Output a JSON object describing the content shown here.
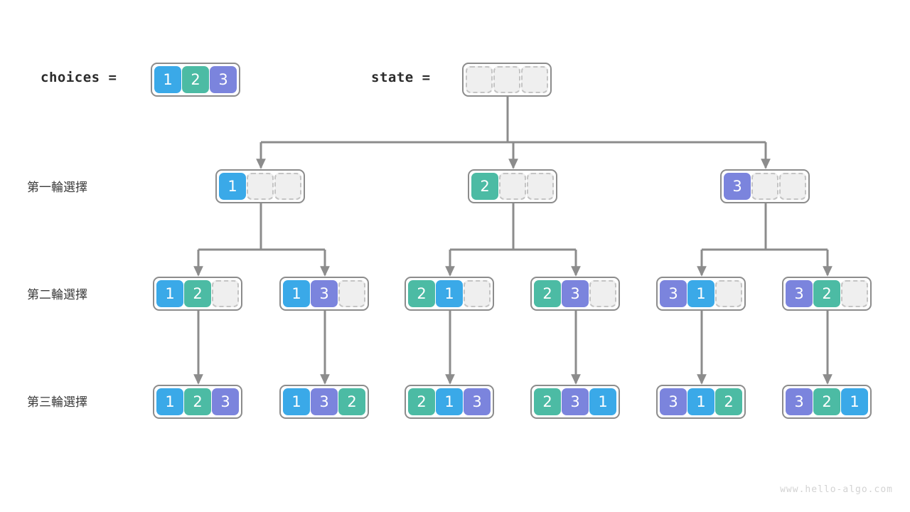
{
  "header": {
    "choices_label": "choices =",
    "state_label": "state ="
  },
  "row_labels": [
    "第一輪選擇",
    "第二輪選擇",
    "第三輪選擇"
  ],
  "colors": {
    "value_1": "#3aa9e8",
    "value_2": "#4cbba4",
    "value_3": "#7b84dd",
    "empty_fill": "#efefef",
    "empty_border": "#c4c4c4",
    "array_border": "#8c8c8c",
    "connector": "#8c8c8c",
    "text": "#2b2b2b",
    "watermark": "#d3d3d3",
    "background": "#ffffff"
  },
  "choices_array": {
    "cells": [
      "1",
      "2",
      "3"
    ]
  },
  "state_array": {
    "cells": [
      "",
      "",
      ""
    ]
  },
  "levels": [
    {
      "name": "round-1",
      "nodes": [
        {
          "cells": [
            "1",
            "",
            ""
          ]
        },
        {
          "cells": [
            "2",
            "",
            ""
          ]
        },
        {
          "cells": [
            "3",
            "",
            ""
          ]
        }
      ]
    },
    {
      "name": "round-2",
      "nodes": [
        {
          "cells": [
            "1",
            "2",
            ""
          ]
        },
        {
          "cells": [
            "1",
            "3",
            ""
          ]
        },
        {
          "cells": [
            "2",
            "1",
            ""
          ]
        },
        {
          "cells": [
            "2",
            "3",
            ""
          ]
        },
        {
          "cells": [
            "3",
            "1",
            ""
          ]
        },
        {
          "cells": [
            "3",
            "2",
            ""
          ]
        }
      ]
    },
    {
      "name": "round-3",
      "nodes": [
        {
          "cells": [
            "1",
            "2",
            "3"
          ]
        },
        {
          "cells": [
            "1",
            "3",
            "2"
          ]
        },
        {
          "cells": [
            "2",
            "1",
            "3"
          ]
        },
        {
          "cells": [
            "2",
            "3",
            "1"
          ]
        },
        {
          "cells": [
            "3",
            "1",
            "2"
          ]
        },
        {
          "cells": [
            "3",
            "2",
            "1"
          ]
        }
      ]
    }
  ],
  "watermark": "www.hello-algo.com"
}
